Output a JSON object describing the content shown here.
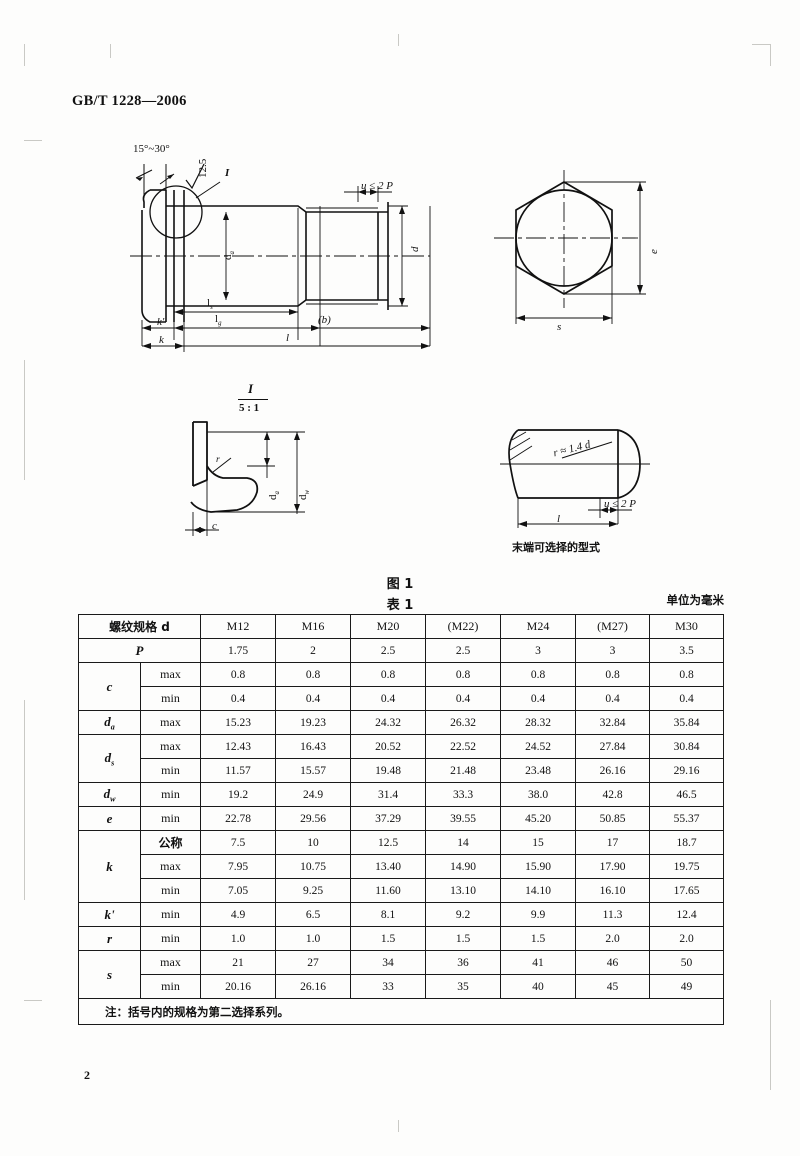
{
  "header": {
    "standard_number": "GB/T 1228—2006"
  },
  "page_number": "2",
  "figure": {
    "caption": "图 1",
    "labels": {
      "chamfer_angle": "15°~30°",
      "roughness": "12.5",
      "detail_callout": "I",
      "thread_runout": "u ≤ 2 P",
      "shank_dia": "d",
      "head_dia": "d",
      "head_dia_sub": "a",
      "length_ls": "l",
      "length_ls_sub": "s",
      "length_lg": "l",
      "length_lg_sub": "g",
      "thread_len": "(b)",
      "total_len": "l",
      "k_prime": "k'",
      "k": "k",
      "hex_across_corners": "e",
      "hex_across_flats": "s"
    },
    "detail": {
      "name": "I",
      "scale": "5 : 1",
      "fillet": "r",
      "chamfer_c": "c",
      "dia_da": "d",
      "dia_da_sub": "a",
      "dia_dw": "d",
      "dia_dw_sub": "w"
    },
    "end_form": {
      "radius": "r ≈ 1.4 d",
      "runout": "u ≤ 2 P",
      "length": "l",
      "caption": "末端可选择的型式"
    }
  },
  "table": {
    "caption": "表 1",
    "units": "单位为毫米",
    "row_label_header": "螺纹规格 d",
    "sizes": [
      "M12",
      "M16",
      "M20",
      "(M22)",
      "M24",
      "(M27)",
      "M30"
    ],
    "labels": {
      "max": "max",
      "min": "min",
      "nominal": "公称"
    },
    "rows": [
      {
        "symbol": "P",
        "sub": "",
        "qualifier": "",
        "values": [
          "1.75",
          "2",
          "2.5",
          "2.5",
          "3",
          "3",
          "3.5"
        ]
      },
      {
        "symbol": "c",
        "sub": "",
        "qualifier": "max",
        "values": [
          "0.8",
          "0.8",
          "0.8",
          "0.8",
          "0.8",
          "0.8",
          "0.8"
        ]
      },
      {
        "symbol": "c",
        "sub": "",
        "qualifier": "min",
        "values": [
          "0.4",
          "0.4",
          "0.4",
          "0.4",
          "0.4",
          "0.4",
          "0.4"
        ]
      },
      {
        "symbol": "d",
        "sub": "a",
        "qualifier": "max",
        "values": [
          "15.23",
          "19.23",
          "24.32",
          "26.32",
          "28.32",
          "32.84",
          "35.84"
        ]
      },
      {
        "symbol": "d",
        "sub": "s",
        "qualifier": "max",
        "values": [
          "12.43",
          "16.43",
          "20.52",
          "22.52",
          "24.52",
          "27.84",
          "30.84"
        ]
      },
      {
        "symbol": "d",
        "sub": "s",
        "qualifier": "min",
        "values": [
          "11.57",
          "15.57",
          "19.48",
          "21.48",
          "23.48",
          "26.16",
          "29.16"
        ]
      },
      {
        "symbol": "d",
        "sub": "w",
        "qualifier": "min",
        "values": [
          "19.2",
          "24.9",
          "31.4",
          "33.3",
          "38.0",
          "42.8",
          "46.5"
        ]
      },
      {
        "symbol": "e",
        "sub": "",
        "qualifier": "min",
        "values": [
          "22.78",
          "29.56",
          "37.29",
          "39.55",
          "45.20",
          "50.85",
          "55.37"
        ]
      },
      {
        "symbol": "k",
        "sub": "",
        "qualifier": "公称",
        "values": [
          "7.5",
          "10",
          "12.5",
          "14",
          "15",
          "17",
          "18.7"
        ]
      },
      {
        "symbol": "k",
        "sub": "",
        "qualifier": "max",
        "values": [
          "7.95",
          "10.75",
          "13.40",
          "14.90",
          "15.90",
          "17.90",
          "19.75"
        ]
      },
      {
        "symbol": "k",
        "sub": "",
        "qualifier": "min",
        "values": [
          "7.05",
          "9.25",
          "11.60",
          "13.10",
          "14.10",
          "16.10",
          "17.65"
        ]
      },
      {
        "symbol": "k'",
        "sub": "",
        "qualifier": "min",
        "values": [
          "4.9",
          "6.5",
          "8.1",
          "9.2",
          "9.9",
          "11.3",
          "12.4"
        ]
      },
      {
        "symbol": "r",
        "sub": "",
        "qualifier": "min",
        "values": [
          "1.0",
          "1.0",
          "1.5",
          "1.5",
          "1.5",
          "2.0",
          "2.0"
        ]
      },
      {
        "symbol": "s",
        "sub": "",
        "qualifier": "max",
        "values": [
          "21",
          "27",
          "34",
          "36",
          "41",
          "46",
          "50"
        ]
      },
      {
        "symbol": "s",
        "sub": "",
        "qualifier": "min",
        "values": [
          "20.16",
          "26.16",
          "33",
          "35",
          "40",
          "45",
          "49"
        ]
      }
    ],
    "note": "注：括号内的规格为第二选择系列。"
  }
}
